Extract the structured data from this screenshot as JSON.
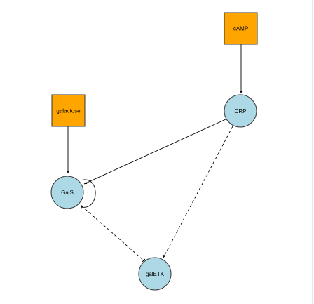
{
  "diagram": {
    "colors": {
      "background": "#ffffff",
      "square_node_fill": "#ffa500",
      "circle_node_fill": "#add8e6",
      "node_stroke": "#333333",
      "edge": "#000000",
      "frame_line": "#d3d3d3"
    },
    "nodes": [
      {
        "id": "cAMP",
        "label": "cAMP",
        "shape": "square"
      },
      {
        "id": "galactose",
        "label": "galactose",
        "shape": "square"
      },
      {
        "id": "CRP",
        "label": "CRP",
        "shape": "circle"
      },
      {
        "id": "GalS",
        "label": "GalS",
        "shape": "circle"
      },
      {
        "id": "galETK",
        "label": "galETK",
        "shape": "circle"
      }
    ],
    "edges": [
      {
        "from": "cAMP",
        "to": "CRP",
        "style": "solid",
        "head": "arrow"
      },
      {
        "from": "galactose",
        "to": "GalS",
        "style": "solid",
        "head": "arrow"
      },
      {
        "from": "CRP",
        "to": "GalS",
        "style": "solid",
        "head": "arrow"
      },
      {
        "from": "GalS",
        "to": "GalS",
        "style": "solid",
        "head": "tee"
      },
      {
        "from": "CRP",
        "to": "galETK",
        "style": "dashed",
        "head": "arrow"
      },
      {
        "from": "GalS",
        "to": "galETK",
        "style": "dashed",
        "head": "tee"
      }
    ]
  }
}
